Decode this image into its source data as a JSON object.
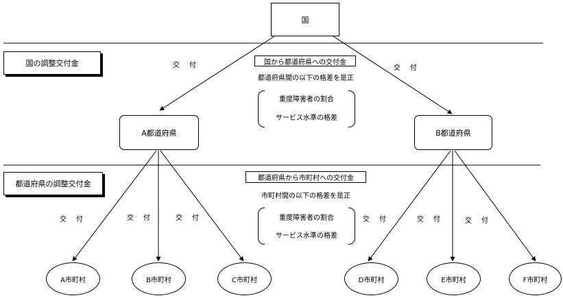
{
  "nodes": {
    "kuni": "国",
    "pref_a": "A都道府県",
    "pref_b": "B都道府県",
    "muni_a": "A市町村",
    "muni_b": "B市町村",
    "muni_c": "C市町村",
    "muni_d": "D市町村",
    "muni_e": "E市町村",
    "muni_f": "F市町村"
  },
  "levels": {
    "national": "国の調整交付金",
    "prefectural": "都道府県の調整交付金"
  },
  "edge_label": "交　付",
  "upper_note": {
    "title": "国から都道府県への交付金",
    "subtitle": "都道府県間の以下の格差を是正",
    "items": [
      "重度障害者の割合",
      "サービス水準の格差"
    ]
  },
  "lower_note": {
    "title": "都道府県から市町村への交付金",
    "subtitle": "市町村間の以下の格差を是正",
    "items": [
      "重度障害者の割合",
      "サービス水準の格差"
    ]
  }
}
